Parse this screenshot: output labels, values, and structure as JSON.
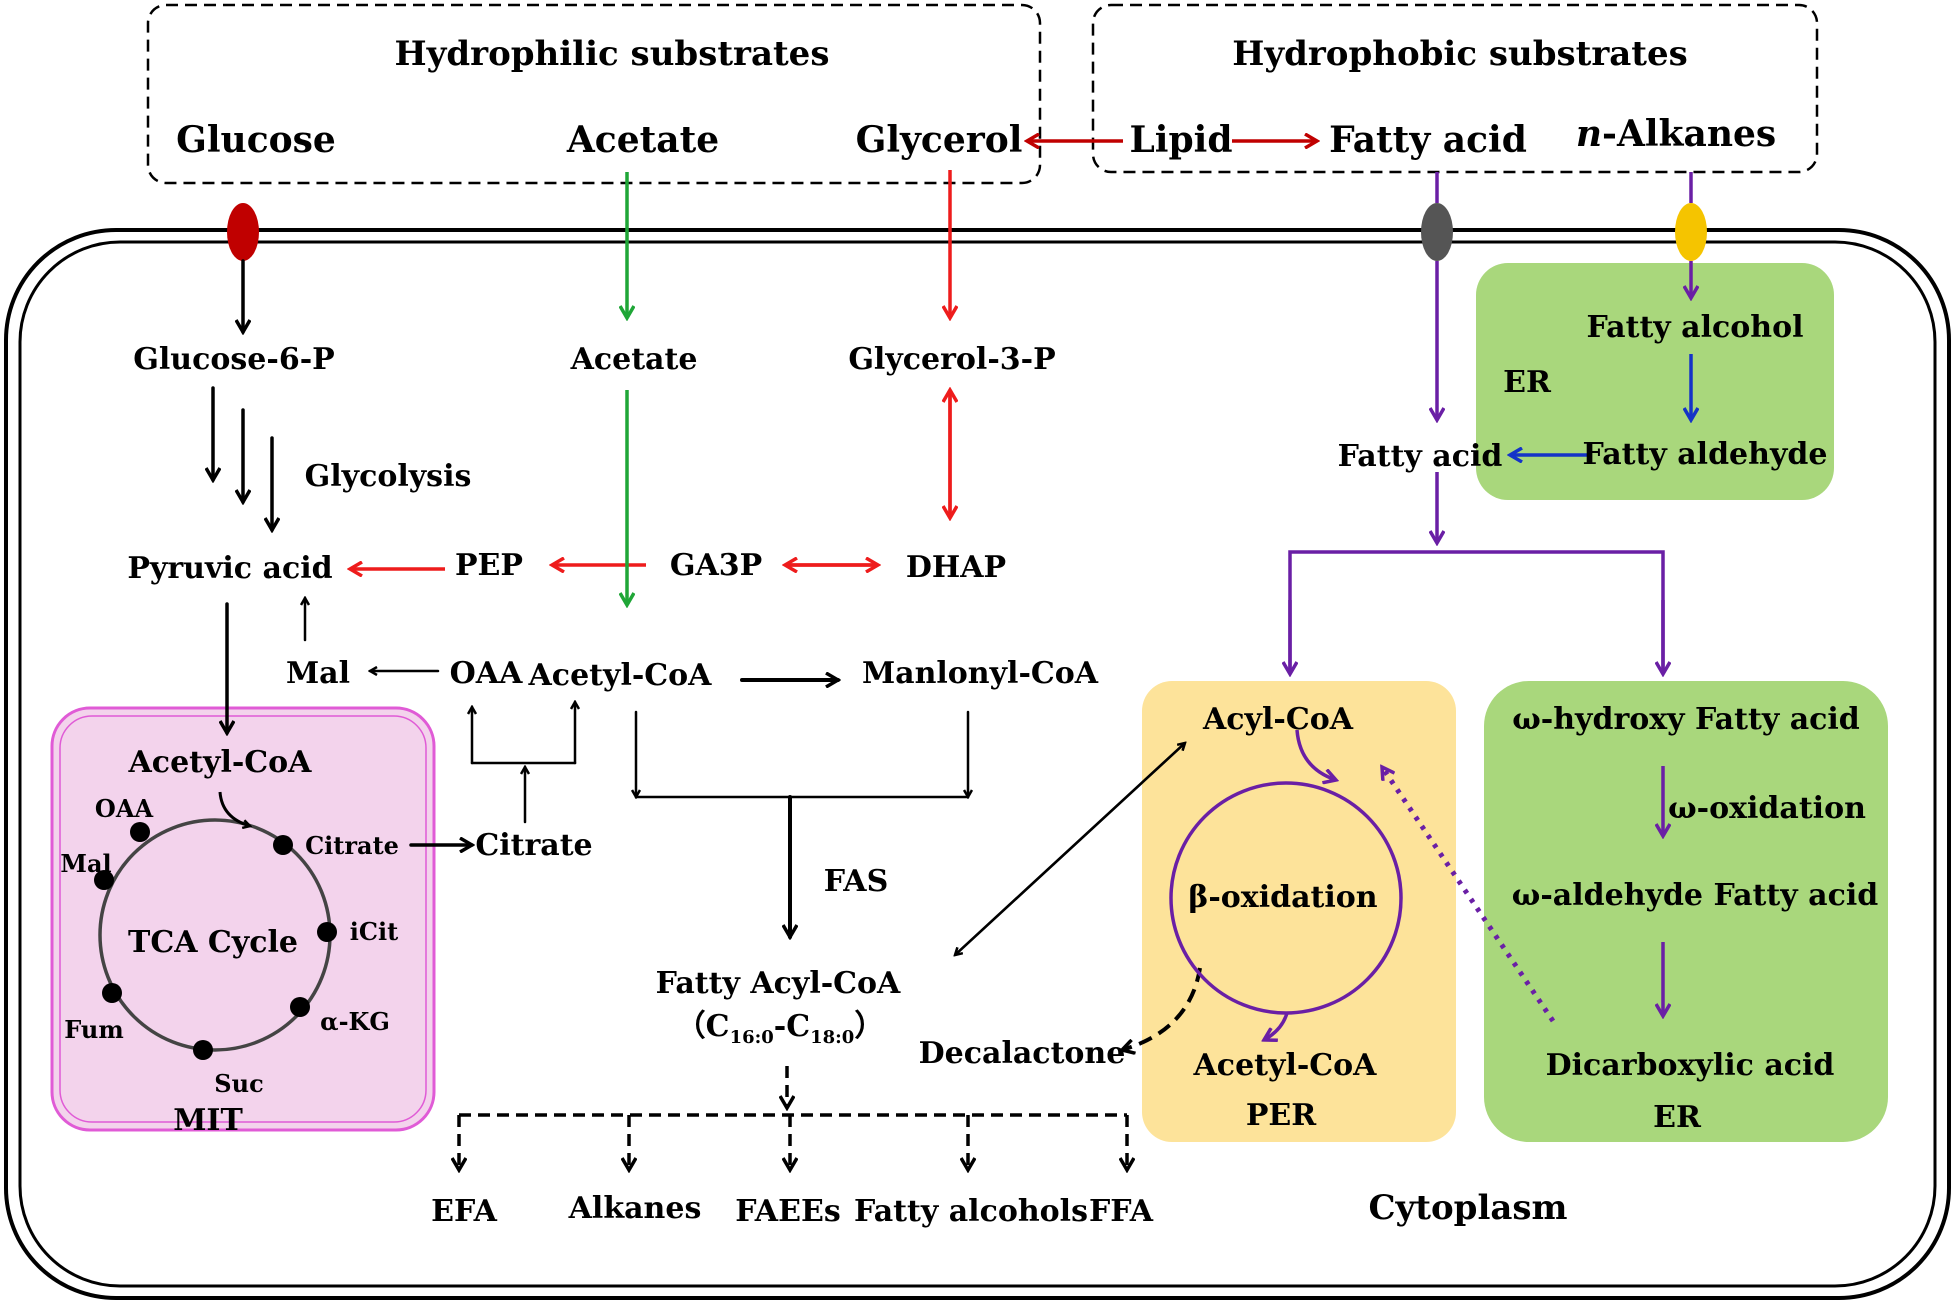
{
  "colors": {
    "black": "#000000",
    "red": "#ee1c1c",
    "dark_red": "#c00000",
    "green": "#1fa637",
    "purple": "#6a1fa5",
    "blue": "#1533c8",
    "er_fill": "#a9d77c",
    "per_fill": "#fde39a",
    "mit_fill": "#f3d3ec",
    "mit_border": "#e05bd6",
    "glucose_transporter": "#c00000",
    "fatty_acid_transporter": "#555555",
    "alkane_transporter": "#f5c400"
  },
  "substrates": {
    "hydrophilic_title": "Hydrophilic substrates",
    "hydrophobic_title": "Hydrophobic substrates",
    "glucose": "Glucose",
    "acetate": "Acetate",
    "glycerol": "Glycerol",
    "lipid": "Lipid",
    "fatty_acid": "Fatty acid",
    "n_prefix": "n",
    "alkanes_suffix": "-Alkanes"
  },
  "cytoplasm": {
    "glucose_6p": "Glucose-6-P",
    "acetate": "Acetate",
    "glycerol_3p": "Glycerol-3-P",
    "glycolysis": "Glycolysis",
    "pyruvic_acid": "Pyruvic acid",
    "pep": "PEP",
    "ga3p": "GA3P",
    "dhap": "DHAP",
    "mal": "Mal",
    "oaa": "OAA",
    "acetyl_coa": "Acetyl-CoA",
    "manlonyl_coa": "Manlonyl-CoA",
    "citrate": "Citrate",
    "fas": "FAS",
    "fatty_acyl_coa": "Fatty Acyl-CoA",
    "chain_open": "（C",
    "chain_sub1": "16:0",
    "chain_mid": "-C",
    "chain_sub2": "18:0",
    "chain_close": "）",
    "decalactone": "Decalactone",
    "fatty_acid": "Fatty acid",
    "compartment_label": "Cytoplasm"
  },
  "mit": {
    "acetyl_coa": "Acetyl-CoA",
    "tca_cycle": "TCA Cycle",
    "oaa": "OAA",
    "citrate": "Citrate",
    "icit": "iCit",
    "a_kg": "α-KG",
    "suc": "Suc",
    "fum": "Fum",
    "mal": "Mal",
    "label": "MIT"
  },
  "er_top": {
    "fatty_alcohol": "Fatty alcohol",
    "fatty_aldehyde": "Fatty aldehyde",
    "label": "ER"
  },
  "per": {
    "acyl_coa": "Acyl-CoA",
    "beta_oxidation": "β-oxidation",
    "acetyl_coa": "Acetyl-CoA",
    "label": "PER"
  },
  "er_right": {
    "omega_hydroxy": "ω-hydroxy Fatty acid",
    "omega_oxidation": "ω-oxidation",
    "omega_aldehyde": "ω-aldehyde Fatty acid",
    "dicarboxylic": "Dicarboxylic acid",
    "label": "ER"
  },
  "products": {
    "efa": "EFA",
    "alkanes": "Alkanes",
    "faees": "FAEEs",
    "fatty_alcohols": "Fatty alcohols",
    "ffa": "FFA"
  }
}
